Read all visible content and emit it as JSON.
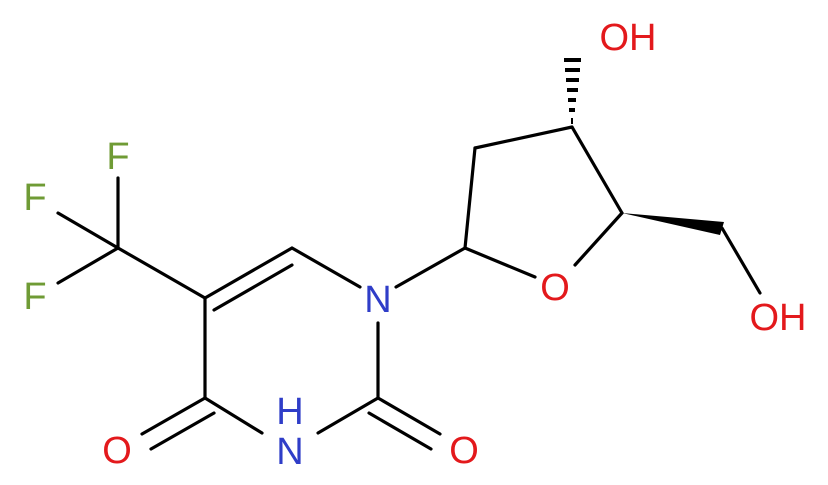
{
  "molecule": {
    "atoms": {
      "F1": "F",
      "F2": "F",
      "F3": "F",
      "O_oh_top": "OH",
      "O_ring": "O",
      "O_oh_right": "OH",
      "N1": "N",
      "N3": "H\nN",
      "O4": "O",
      "O2": "O"
    },
    "colors": {
      "bond": "#000000",
      "fluorine": "#6f9b35",
      "oxygen": "#e3191c",
      "nitrogen": "#2f3dc8"
    }
  }
}
